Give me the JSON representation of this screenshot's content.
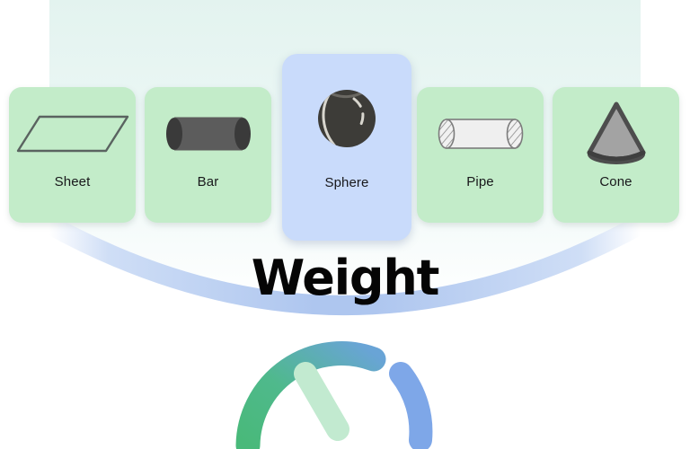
{
  "page": {
    "title": "Weight",
    "background_color": "#ffffff"
  },
  "headline": {
    "text": "Weight"
  },
  "selector": {
    "selected_index": 2,
    "card_color": "#c3ecc9",
    "selected_card_color": "#c9dbfb",
    "items": [
      {
        "label": "Sheet",
        "icon": "sheet-parallelogram-icon",
        "selected": false
      },
      {
        "label": "Bar",
        "icon": "bar-cylinder-icon",
        "selected": false
      },
      {
        "label": "Sphere",
        "icon": "sphere-icon",
        "selected": true
      },
      {
        "label": "Pipe",
        "icon": "pipe-cylinder-icon",
        "selected": false
      },
      {
        "label": "Cone",
        "icon": "cone-icon",
        "selected": false
      }
    ]
  },
  "decoration": {
    "arc_color": "#b7cdf0",
    "arc_fill_color": "#e8f6f3",
    "gauge": {
      "arc_start_color": "#4cb878",
      "arc_end_color": "#6aa3d8",
      "needle_color": "#bde8c6",
      "segment_color": "#7fa6e8"
    }
  }
}
